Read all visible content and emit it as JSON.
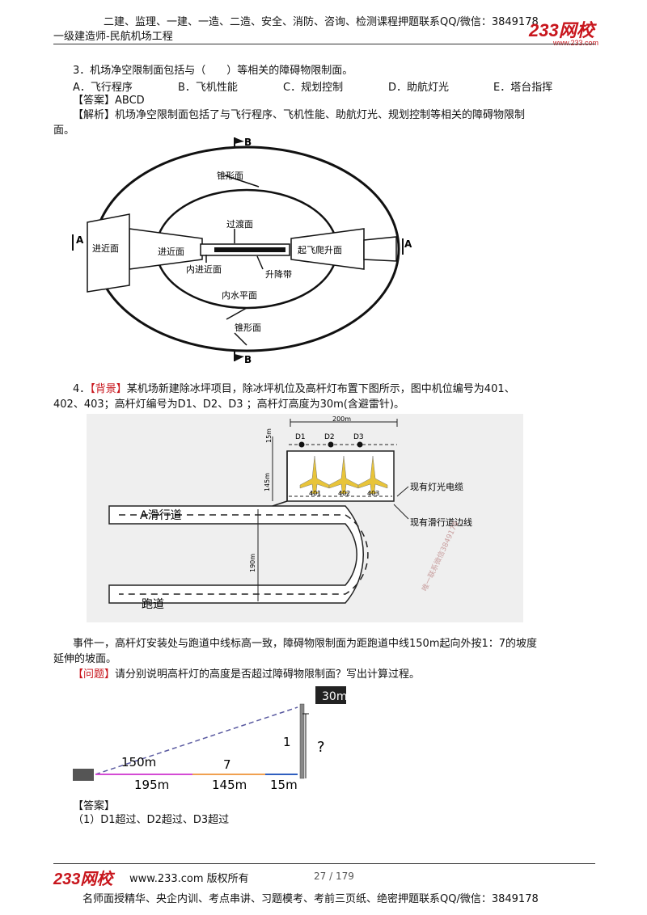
{
  "header": {
    "line1": "二建、监理、一建、一造、二造、安全、消防、咨询、检测课程押题联系QQ/微信：3849178",
    "line2": "一级建造师-民航机场工程",
    "logo": "233网校",
    "logo_sub": "www.233.com"
  },
  "q3": {
    "stem": "3．机场净空限制面包括与（　　）等相关的障碍物限制面。",
    "options": [
      "A．飞行程序",
      "B．飞机性能",
      "C．规划控制",
      "D．助航灯光",
      "E．塔台指挥"
    ],
    "answer": "【答案】ABCD",
    "analysis_line1": "【解析】机场净空限制面包括了与飞行程序、飞机性能、助航灯光、规划控制等相关的障碍物限制",
    "analysis_line2": "面。"
  },
  "diagram1": {
    "labels": {
      "b_top": "B",
      "b_bottom": "B",
      "a_left": "A",
      "a_right": "A",
      "cone_top": "锥形面",
      "transition": "过渡面",
      "approach_outer": "进近面",
      "approach_inner": "进近面",
      "takeoff": "起飞爬升面",
      "inner_approach": "内进近面",
      "strip": "升降带",
      "inner_horizontal": "内水平面",
      "cone_bottom": "锥形面"
    }
  },
  "q4": {
    "number": "4．",
    "bg_tag": "【背景】",
    "bg_line1": "某机场新建除冰坪项目，除冰坪机位及高杆灯布置下图所示，图中机位编号为401、",
    "bg_line2": "402、403；高杆灯编号为D1、D2、D3 ；高杆灯高度为30m(含避雷针)。"
  },
  "diagram2": {
    "labels": {
      "width": "200m",
      "d15": "15m",
      "d145": "145m",
      "d190": "190m",
      "d1": "D1",
      "d2": "D2",
      "d3": "D3",
      "p401": "401",
      "p402": "402",
      "p403": "403",
      "taxiway": "A滑行道",
      "runway": "跑道",
      "cable": "现有灯光电缆",
      "edge": "现有滑行道边线",
      "watermark": "唯一联系微信3849178"
    }
  },
  "event": {
    "line1": "事件一，高杆灯安装处与跑道中线标高一致，障碍物限制面为距跑道中线150m起向外按1：7的坡度",
    "line2": "延伸的坡面。",
    "question_tag": "【问题】",
    "question": "请分别说明高杆灯的高度是否超过障碍物限制面？写出计算过程。"
  },
  "diagram3": {
    "labels": {
      "height": "30m",
      "one": "1",
      "q": "?",
      "d150": "150m",
      "seven": "7",
      "d195": "195m",
      "d145": "145m",
      "d15": "15m"
    }
  },
  "answer": {
    "tag": "【答案】",
    "line1": "（1）D1超过、D2超过、D3超过"
  },
  "footer": {
    "logo": "233网校",
    "site": "www.233.com 版权所有",
    "page": "27 / 179",
    "line": "名师面授精华、央企内训、考点串讲、习题模考、考前三页纸、绝密押题联系QQ/微信：3849178"
  }
}
